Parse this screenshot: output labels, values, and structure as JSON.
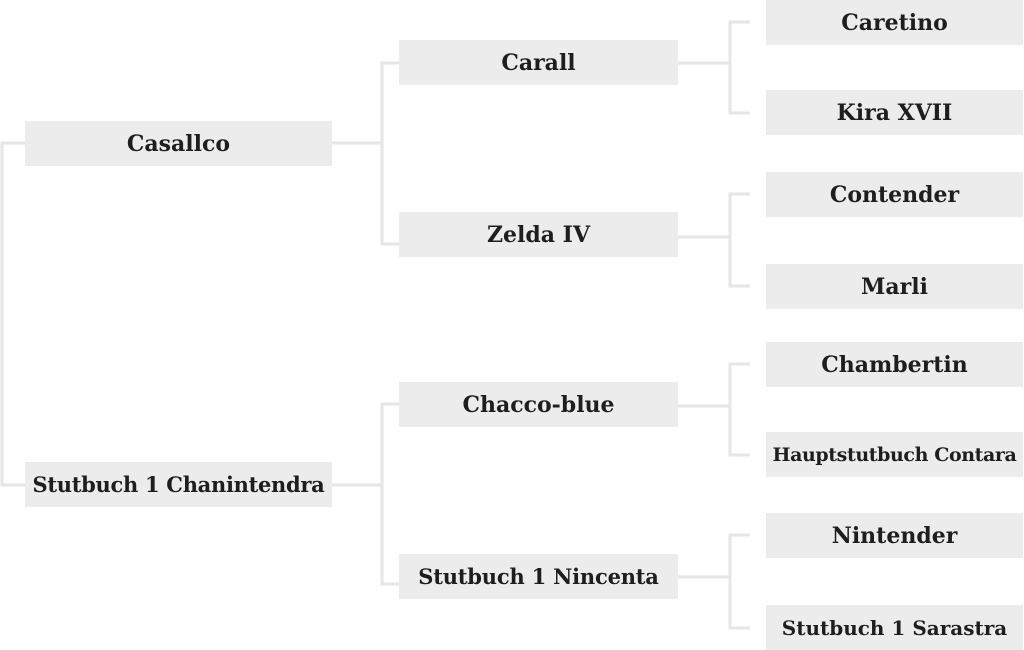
{
  "pedigree": {
    "subject": {
      "sire": "Casallco",
      "dam": "Stutbuch 1 Chanintendra"
    },
    "grandparents": {
      "sire_sire": "Carall",
      "sire_dam": "Zelda IV",
      "dam_sire": "Chacco-blue",
      "dam_dam": "Stutbuch 1 Nincenta"
    },
    "great_grandparents": {
      "sss": "Caretino",
      "ssd": "Kira XVII",
      "sds": "Contender",
      "sdd": "Marli",
      "dss": "Chambertin",
      "dsd": "Hauptstutbuch Contara",
      "dds": "Nintender",
      "ddd": "Stutbuch 1 Sarastra"
    }
  },
  "colors": {
    "box_background": "#ececec",
    "connector": "#e6e6e6",
    "text": "#1e1e1e"
  }
}
